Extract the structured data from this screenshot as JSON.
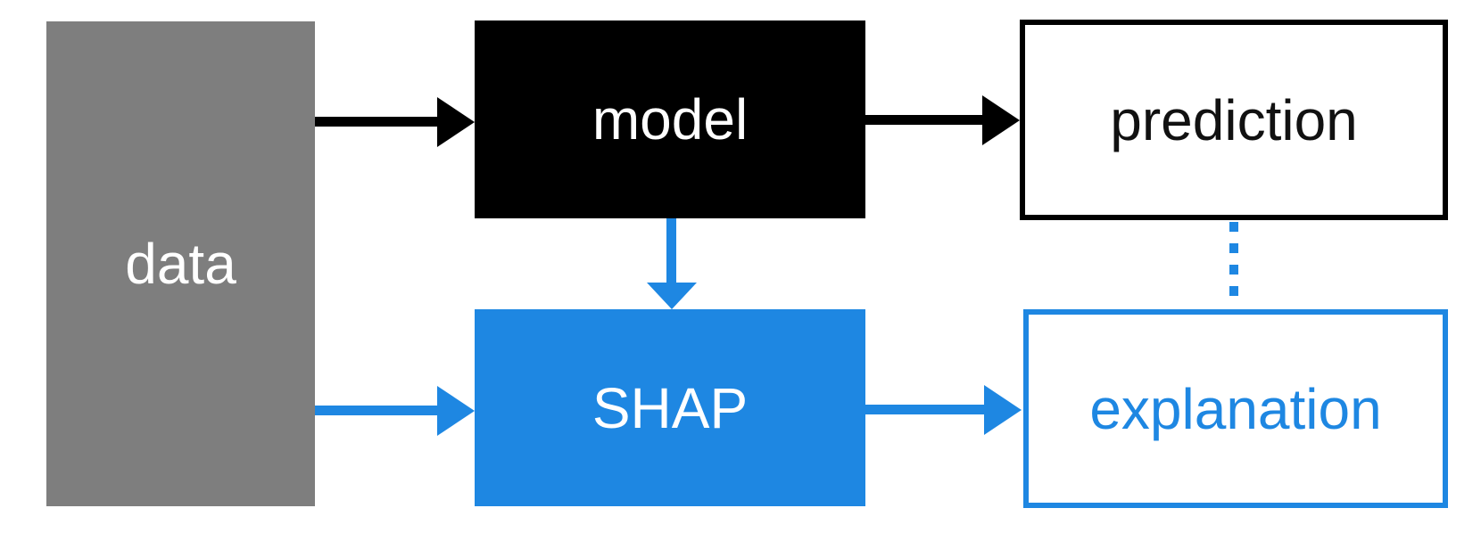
{
  "nodes": {
    "data": {
      "label": "data",
      "fill": "#7e7e7e",
      "text_color": "#ffffff"
    },
    "model": {
      "label": "model",
      "fill": "#000000",
      "text_color": "#ffffff"
    },
    "prediction": {
      "label": "prediction",
      "fill": "#ffffff",
      "border_color": "#000000",
      "text_color": "#111111"
    },
    "shap": {
      "label": "SHAP",
      "fill": "#1e87e2",
      "text_color": "#ffffff"
    },
    "explanation": {
      "label": "explanation",
      "fill": "#ffffff",
      "border_color": "#1e87e2",
      "text_color": "#1e87e2"
    }
  },
  "edges": [
    {
      "from": "data",
      "to": "model",
      "style": "solid-arrow",
      "color": "#000000"
    },
    {
      "from": "model",
      "to": "prediction",
      "style": "solid-arrow",
      "color": "#000000"
    },
    {
      "from": "model",
      "to": "shap",
      "style": "solid-arrow",
      "color": "#1e87e2"
    },
    {
      "from": "data",
      "to": "shap",
      "style": "solid-arrow",
      "color": "#1e87e2"
    },
    {
      "from": "shap",
      "to": "explanation",
      "style": "solid-arrow",
      "color": "#1e87e2"
    },
    {
      "from": "prediction",
      "to": "explanation",
      "style": "dotted-line",
      "color": "#1e87e2"
    }
  ],
  "colors": {
    "accent_blue": "#1e87e2",
    "box_gray": "#7e7e7e",
    "box_black": "#000000",
    "background": "#ffffff"
  }
}
